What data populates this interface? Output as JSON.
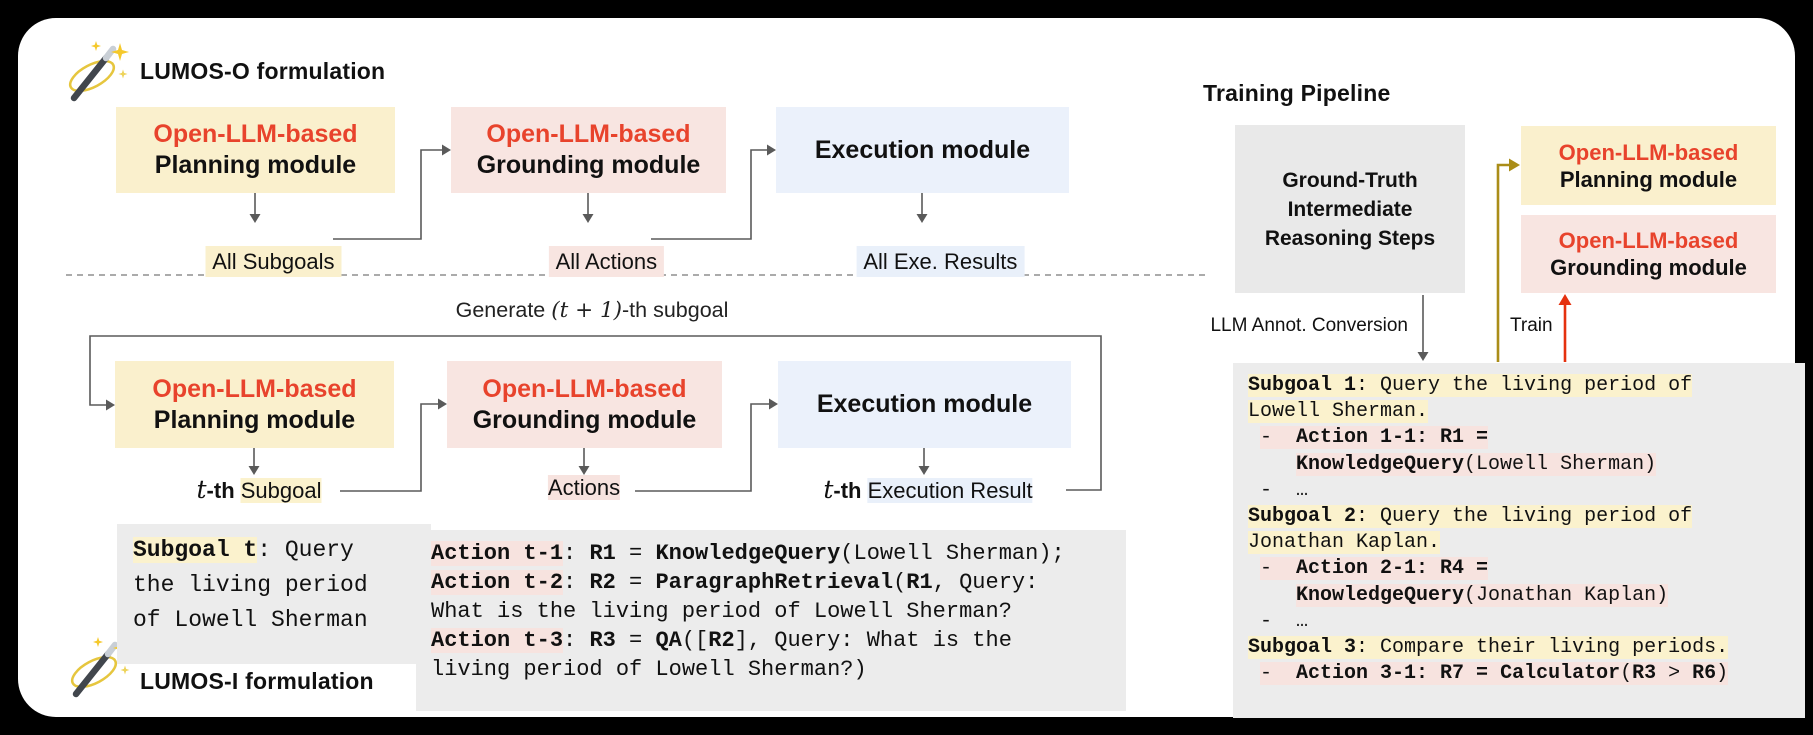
{
  "colors": {
    "module_yellow": "#faf0cd",
    "module_pink": "#f8e5e1",
    "module_blue": "#ebf1fb",
    "gray_box": "#ececec",
    "accent_red_text": "#e8432c",
    "train_arrow_olive": "#aa8d18",
    "train_arrow_red": "#e5310f",
    "connector_gray": "#5a5a5a"
  },
  "lumos_o": {
    "title": "LUMOS-O formulation",
    "planning": {
      "top": "Open-LLM-based",
      "bottom": "Planning module"
    },
    "grounding": {
      "top": "Open-LLM-based",
      "bottom": "Grounding module"
    },
    "execution": {
      "label": "Execution module"
    },
    "out_planning": "All Subgoals",
    "out_grounding": "All Actions",
    "out_execution": "All Exe. Results"
  },
  "lumos_i": {
    "title": "LUMOS-I formulation",
    "loop_label": [
      {
        "t": "Generate ",
        "s": ""
      },
      {
        "t": "(t + 1)",
        "s": "it"
      },
      {
        "t": "-th subgoal",
        "s": ""
      }
    ],
    "planning": {
      "top": "Open-LLM-based",
      "bottom": "Planning module"
    },
    "grounding": {
      "top": "Open-LLM-based",
      "bottom": "Grounding module"
    },
    "execution": {
      "label": "Execution module"
    },
    "out_planning": [
      {
        "t": "t",
        "s": "it"
      },
      {
        "t": "-th ",
        "s": "b"
      },
      {
        "t": "Subgoal",
        "s": "hy"
      }
    ],
    "out_grounding": [
      {
        "t": "Actions",
        "s": "hp"
      }
    ],
    "out_execution": [
      {
        "t": "t",
        "s": "it"
      },
      {
        "t": "-th ",
        "s": "b"
      },
      {
        "t": "Execution Result",
        "s": "hb"
      }
    ]
  },
  "subgoal_box": {
    "lines": [
      [
        {
          "t": "Subgoal t",
          "s": "b hy"
        },
        {
          "t": ": Query",
          "s": ""
        }
      ],
      [
        {
          "t": "the living period",
          "s": ""
        }
      ],
      [
        {
          "t": "of Lowell Sherman",
          "s": ""
        }
      ]
    ]
  },
  "action_box": {
    "lines": [
      [
        {
          "t": "Action t-1",
          "s": "b hp"
        },
        {
          "t": ": ",
          "s": ""
        },
        {
          "t": "R1",
          "s": "b"
        },
        {
          "t": " = ",
          "s": ""
        },
        {
          "t": "KnowledgeQuery",
          "s": "b"
        },
        {
          "t": "(Lowell Sherman);",
          "s": ""
        }
      ],
      [
        {
          "t": "Action t-2",
          "s": "b hp"
        },
        {
          "t": ": ",
          "s": ""
        },
        {
          "t": "R2",
          "s": "b"
        },
        {
          "t": " = ",
          "s": ""
        },
        {
          "t": "ParagraphRetrieval",
          "s": "b"
        },
        {
          "t": "(",
          "s": ""
        },
        {
          "t": "R1",
          "s": "b"
        },
        {
          "t": ", Query:",
          "s": ""
        }
      ],
      [
        {
          "t": "What is the living period of Lowell Sherman?",
          "s": ""
        }
      ],
      [
        {
          "t": "Action t-3",
          "s": "b hp"
        },
        {
          "t": ": ",
          "s": ""
        },
        {
          "t": "R3",
          "s": "b"
        },
        {
          "t": " = ",
          "s": ""
        },
        {
          "t": "QA",
          "s": "b"
        },
        {
          "t": "([",
          "s": ""
        },
        {
          "t": "R2",
          "s": "b"
        },
        {
          "t": "], Query: What is the",
          "s": ""
        }
      ],
      [
        {
          "t": "living period of Lowell Sherman?)",
          "s": ""
        }
      ]
    ]
  },
  "training": {
    "title": "Training Pipeline",
    "ground_truth_lines": [
      "Ground-Truth",
      "Intermediate",
      "Reasoning Steps"
    ],
    "planning": {
      "top": "Open-LLM-based",
      "bottom": "Planning module"
    },
    "grounding": {
      "top": "Open-LLM-based",
      "bottom": "Grounding module"
    },
    "conversion_label": "LLM Annot. Conversion",
    "train_label": "Train",
    "annotation": {
      "lines": [
        [
          {
            "t": "Subgoal 1",
            "s": "b hy"
          },
          {
            "t": ": Query the living period of",
            "s": "hy"
          }
        ],
        [
          {
            "t": "Lowell Sherman.",
            "s": "hy"
          }
        ],
        [
          {
            "t": " ",
            "s": ""
          },
          {
            "t": "-  ",
            "s": "hp"
          },
          {
            "t": "Action 1-1: R1 =",
            "s": "b hp"
          }
        ],
        [
          {
            "t": "    ",
            "s": ""
          },
          {
            "t": "KnowledgeQuery",
            "s": "b hp"
          },
          {
            "t": "(Lowell Sherman)",
            "s": "hp"
          }
        ],
        [
          {
            "t": " -  …",
            "s": ""
          }
        ],
        [
          {
            "t": "Subgoal 2",
            "s": "b hy"
          },
          {
            "t": ": Query the living period of",
            "s": "hy"
          }
        ],
        [
          {
            "t": "Jonathan Kaplan.",
            "s": "hy"
          }
        ],
        [
          {
            "t": " ",
            "s": ""
          },
          {
            "t": "-  ",
            "s": "hp"
          },
          {
            "t": "Action 2-1: R4 =",
            "s": "b hp"
          }
        ],
        [
          {
            "t": "    ",
            "s": ""
          },
          {
            "t": "KnowledgeQuery",
            "s": "b hp"
          },
          {
            "t": "(Jonathan Kaplan)",
            "s": "hp"
          }
        ],
        [
          {
            "t": " -  …",
            "s": ""
          }
        ],
        [
          {
            "t": "Subgoal 3",
            "s": "b hy"
          },
          {
            "t": ": Compare their living periods.",
            "s": "hy"
          }
        ],
        [
          {
            "t": " ",
            "s": ""
          },
          {
            "t": "-  ",
            "s": "hp"
          },
          {
            "t": "Action 3-1: R7 = ",
            "s": "b hp"
          },
          {
            "t": "Calculator",
            "s": "b hp"
          },
          {
            "t": "(",
            "s": "hp"
          },
          {
            "t": "R3",
            "s": "b hp"
          },
          {
            "t": " > ",
            "s": "hp"
          },
          {
            "t": "R6",
            "s": "b hp"
          },
          {
            "t": ")",
            "s": "hp"
          }
        ]
      ]
    }
  }
}
